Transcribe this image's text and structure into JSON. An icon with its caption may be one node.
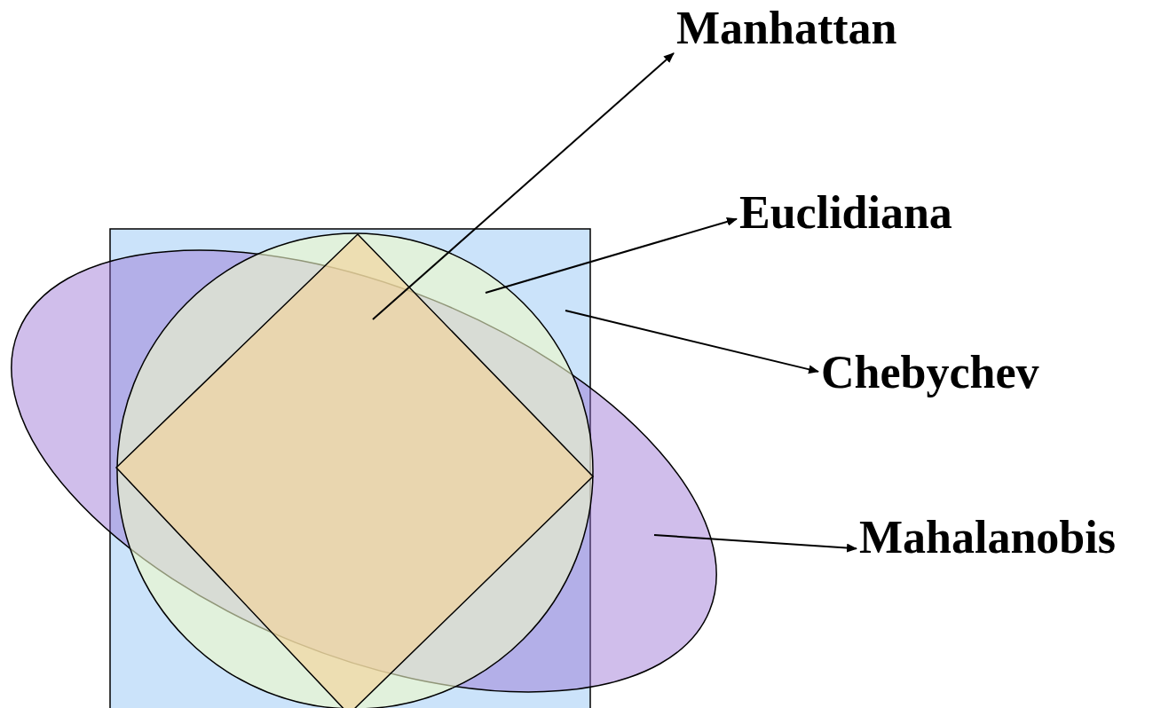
{
  "diagram": {
    "nodes": [
      {
        "text": [
          "Manhattan"
        ]
      },
      {
        "text": [
          "Euclidiana"
        ]
      },
      {
        "text": [
          "Chebychev"
        ]
      },
      {
        "text": [
          "Mahalanobis"
        ]
      },
      {
        "text": [],
        "shape": "box"
      },
      {
        "text": [],
        "shape": "ellipse"
      },
      {
        "text": [],
        "shape": "circle"
      },
      {
        "text": [],
        "shape": "diamond"
      }
    ],
    "edges": [
      {
        "from": 7,
        "to": 0,
        "arrow": "to"
      },
      {
        "from": 6,
        "to": 1,
        "arrow": "to"
      },
      {
        "from": 4,
        "to": 2,
        "arrow": "to"
      },
      {
        "from": 5,
        "to": 3,
        "arrow": "to"
      }
    ]
  }
}
